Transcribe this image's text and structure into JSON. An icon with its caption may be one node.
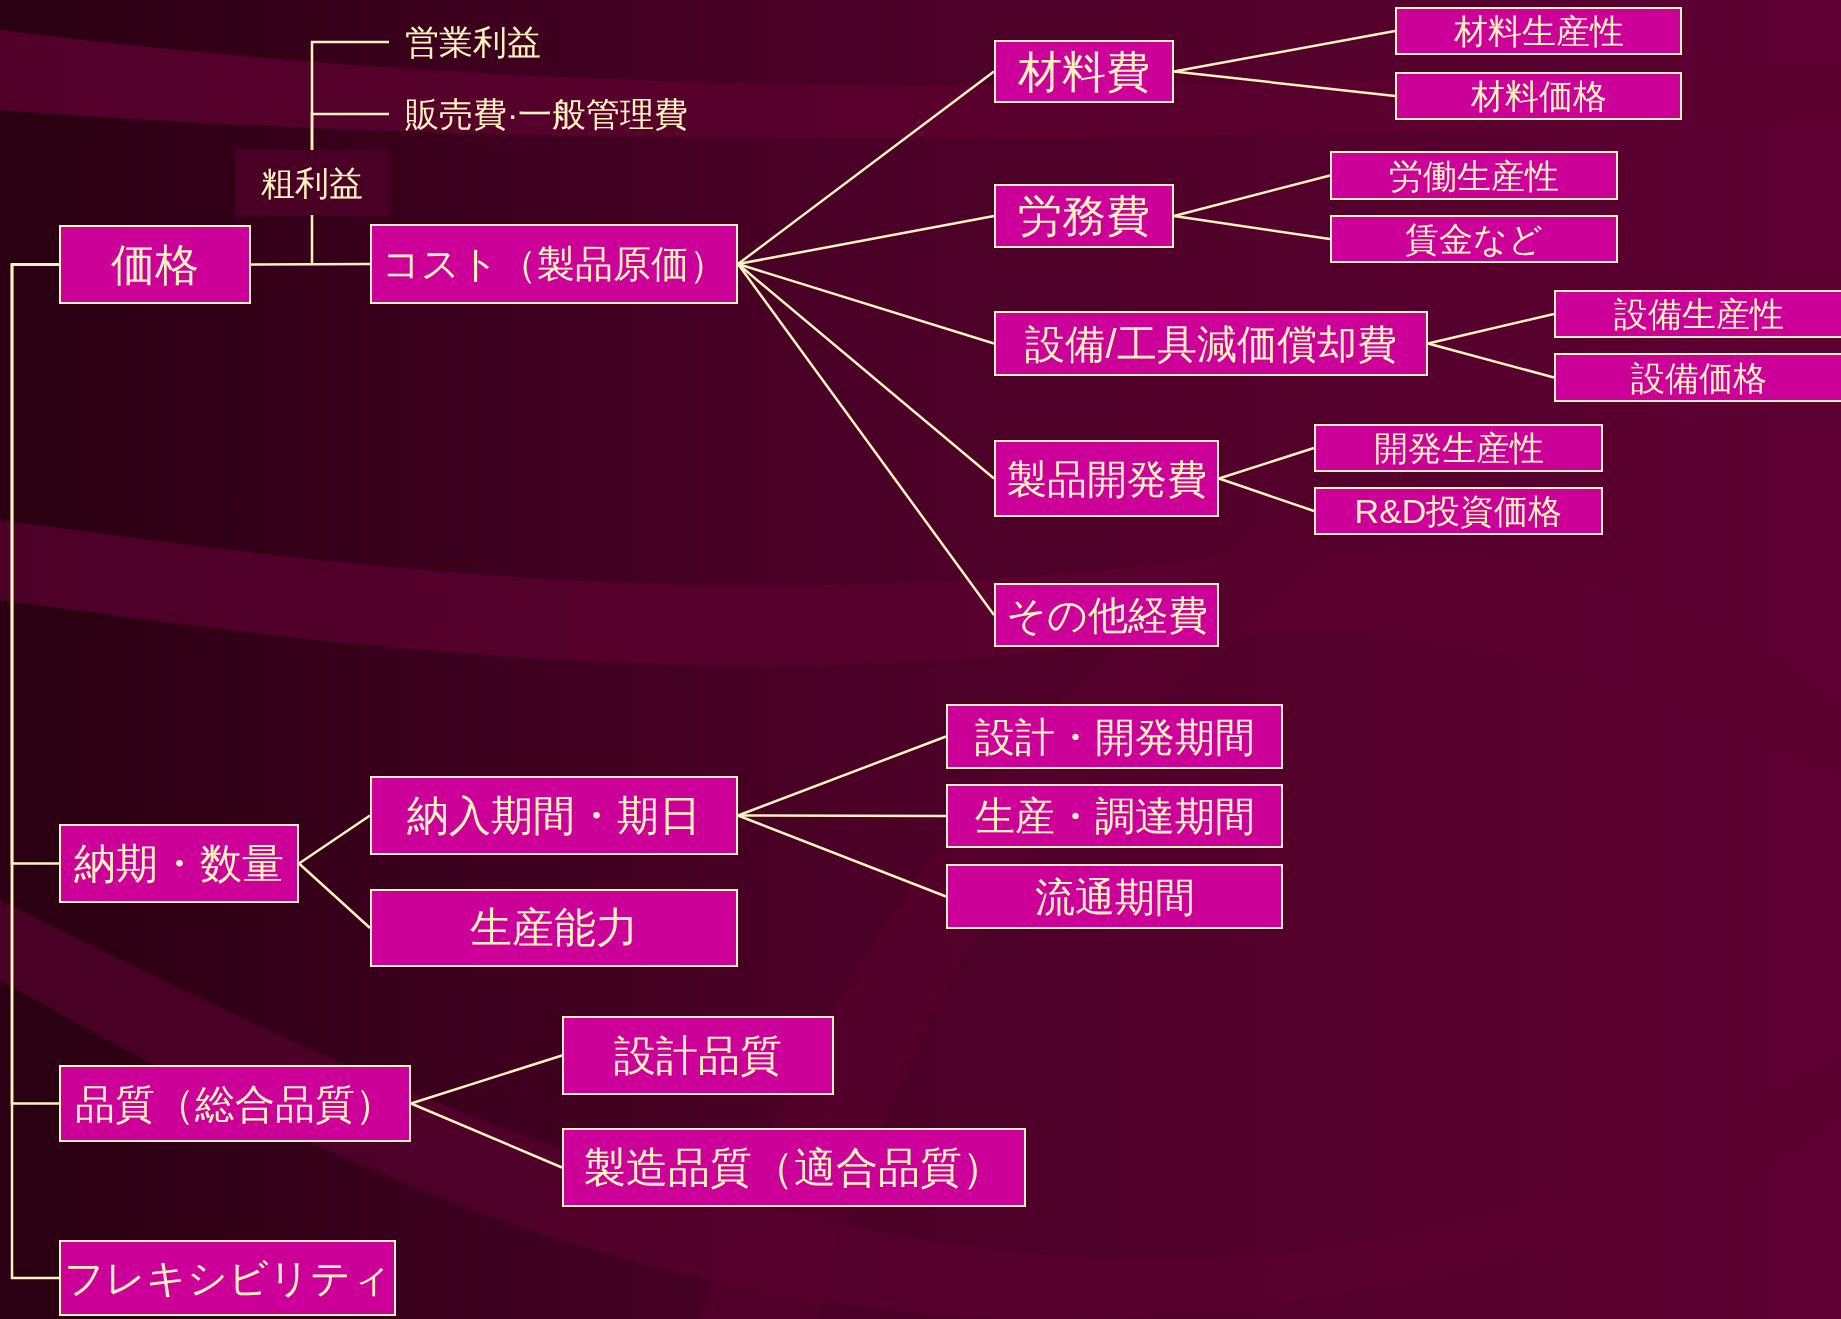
{
  "diagram": {
    "nodes": [
      {
        "text": [
          "価格"
        ]
      },
      {
        "text": [
          "粗利益"
        ]
      },
      {
        "text": [
          "営業利益"
        ]
      },
      {
        "text": [
          "販売費·一般管理費"
        ]
      },
      {
        "text": [
          "コスト（製品原価）"
        ]
      },
      {
        "text": [
          "材料費"
        ]
      },
      {
        "text": [
          "材料生産性"
        ]
      },
      {
        "text": [
          "材料価格"
        ]
      },
      {
        "text": [
          "労務費"
        ]
      },
      {
        "text": [
          "労働生産性"
        ]
      },
      {
        "text": [
          "賃金など"
        ]
      },
      {
        "text": [
          "設備/工具減価償却費"
        ]
      },
      {
        "text": [
          "設備生産性"
        ]
      },
      {
        "text": [
          "設備価格"
        ]
      },
      {
        "text": [
          "製品開発費"
        ]
      },
      {
        "text": [
          "開発生産性"
        ]
      },
      {
        "text": [
          "R&D投資価格"
        ]
      },
      {
        "text": [
          "その他経費"
        ]
      },
      {
        "text": [
          "納期・数量"
        ]
      },
      {
        "text": [
          "納入期間・期日"
        ]
      },
      {
        "text": [
          "設計・開発期間"
        ]
      },
      {
        "text": [
          "生産・調達期間"
        ]
      },
      {
        "text": [
          "流通期間"
        ]
      },
      {
        "text": [
          "生産能力"
        ]
      },
      {
        "text": [
          "品質（総合品質）"
        ]
      },
      {
        "text": [
          "設計品質"
        ]
      },
      {
        "text": [
          "製造品質（適合品質）"
        ]
      },
      {
        "text": [
          "フレキシビリティ"
        ]
      }
    ],
    "edges": [
      {
        "from": 0,
        "to": 4,
        "arrow": "none"
      },
      {
        "from": 1,
        "to": 2,
        "arrow": "none"
      },
      {
        "from": 1,
        "to": 3,
        "arrow": "none"
      },
      {
        "from": 1,
        "to": null,
        "arrow": "none"
      },
      {
        "from": 4,
        "to": 5,
        "arrow": "none"
      },
      {
        "from": 4,
        "to": 8,
        "arrow": "none"
      },
      {
        "from": 4,
        "to": 11,
        "arrow": "none"
      },
      {
        "from": 4,
        "to": 14,
        "arrow": "none"
      },
      {
        "from": 4,
        "to": 17,
        "arrow": "none"
      },
      {
        "from": 5,
        "to": 6,
        "arrow": "none"
      },
      {
        "from": 5,
        "to": 7,
        "arrow": "none"
      },
      {
        "from": 8,
        "to": 9,
        "arrow": "none"
      },
      {
        "from": 8,
        "to": 10,
        "arrow": "none"
      },
      {
        "from": 11,
        "to": 12,
        "arrow": "none"
      },
      {
        "from": 11,
        "to": 13,
        "arrow": "none"
      },
      {
        "from": 14,
        "to": 15,
        "arrow": "none"
      },
      {
        "from": 14,
        "to": 16,
        "arrow": "none"
      },
      {
        "from": 0,
        "to": 18,
        "arrow": "none"
      },
      {
        "from": 0,
        "to": 24,
        "arrow": "none"
      },
      {
        "from": 0,
        "to": 27,
        "arrow": "none"
      },
      {
        "from": 18,
        "to": 19,
        "arrow": "none"
      },
      {
        "from": 18,
        "to": 23,
        "arrow": "none"
      },
      {
        "from": 19,
        "to": 20,
        "arrow": "none"
      },
      {
        "from": 19,
        "to": 21,
        "arrow": "none"
      },
      {
        "from": 19,
        "to": 22,
        "arrow": "none"
      },
      {
        "from": 24,
        "to": 25,
        "arrow": "none"
      },
      {
        "from": 24,
        "to": 26,
        "arrow": "none"
      }
    ]
  }
}
